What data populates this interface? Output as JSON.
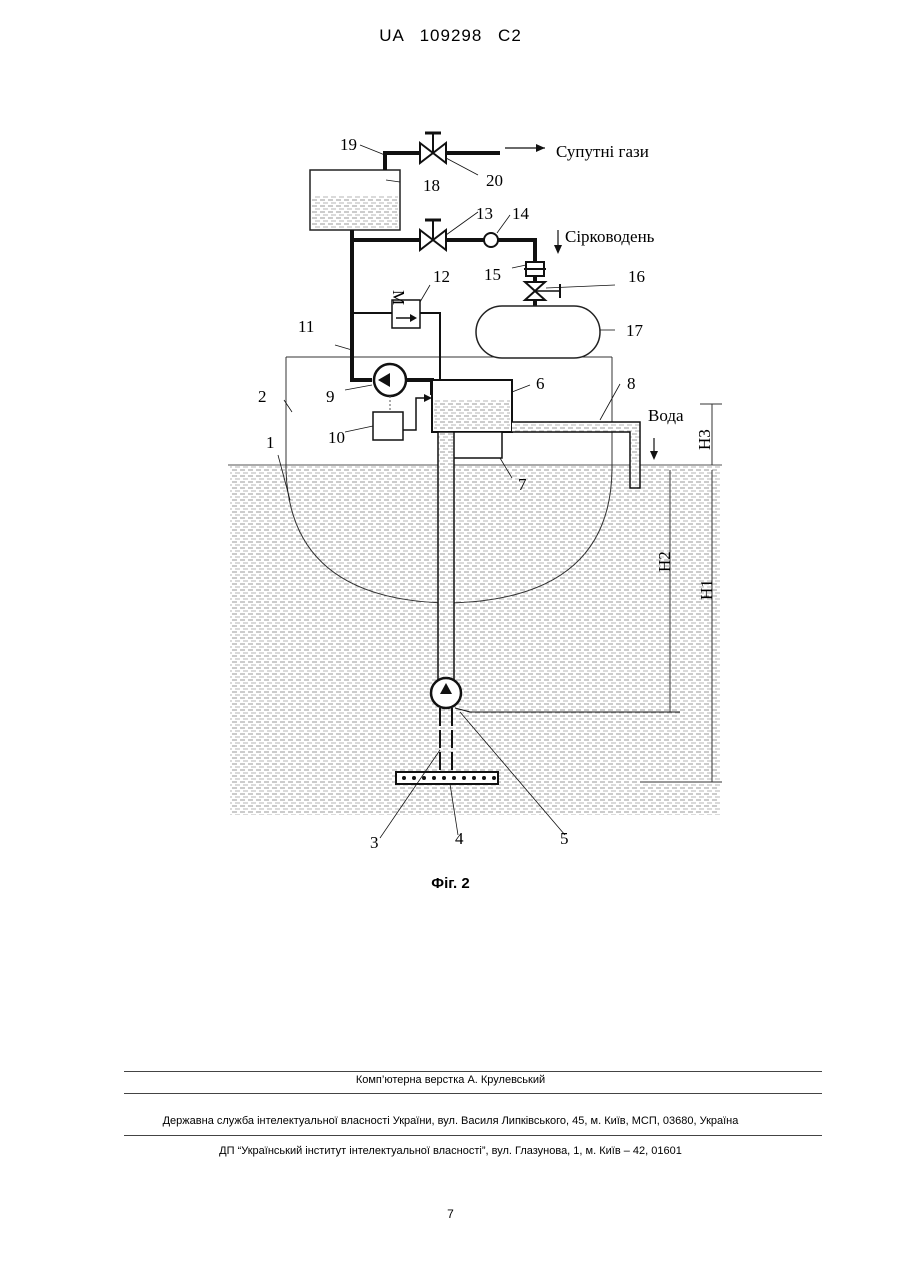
{
  "header": {
    "patent_id": "UA   109298   C2"
  },
  "figure": {
    "caption": "Фіг. 2",
    "part_labels": [
      "1",
      "2",
      "3",
      "4",
      "5",
      "6",
      "7",
      "8",
      "9",
      "10",
      "11",
      "12",
      "13",
      "14",
      "15",
      "16",
      "17",
      "18",
      "19",
      "20"
    ],
    "flow_labels": {
      "gases": "Супутні гази",
      "h2s": "Сірководень",
      "water": "Вода"
    },
    "dimension_labels": {
      "h1": "H1",
      "h2": "H2",
      "h3": "H3"
    },
    "motor_label": "M"
  },
  "footer": {
    "layout_credit": "Комп’ютерна верстка А. Крулевський",
    "agency": "Державна служба інтелектуальної власності України, вул. Василя Липківського, 45, м. Київ, МСП, 03680, Україна",
    "institute": "ДП “Український інститут інтелектуальної власності”, вул. Глазунова, 1, м. Київ – 42, 01601"
  },
  "page_number": "7"
}
